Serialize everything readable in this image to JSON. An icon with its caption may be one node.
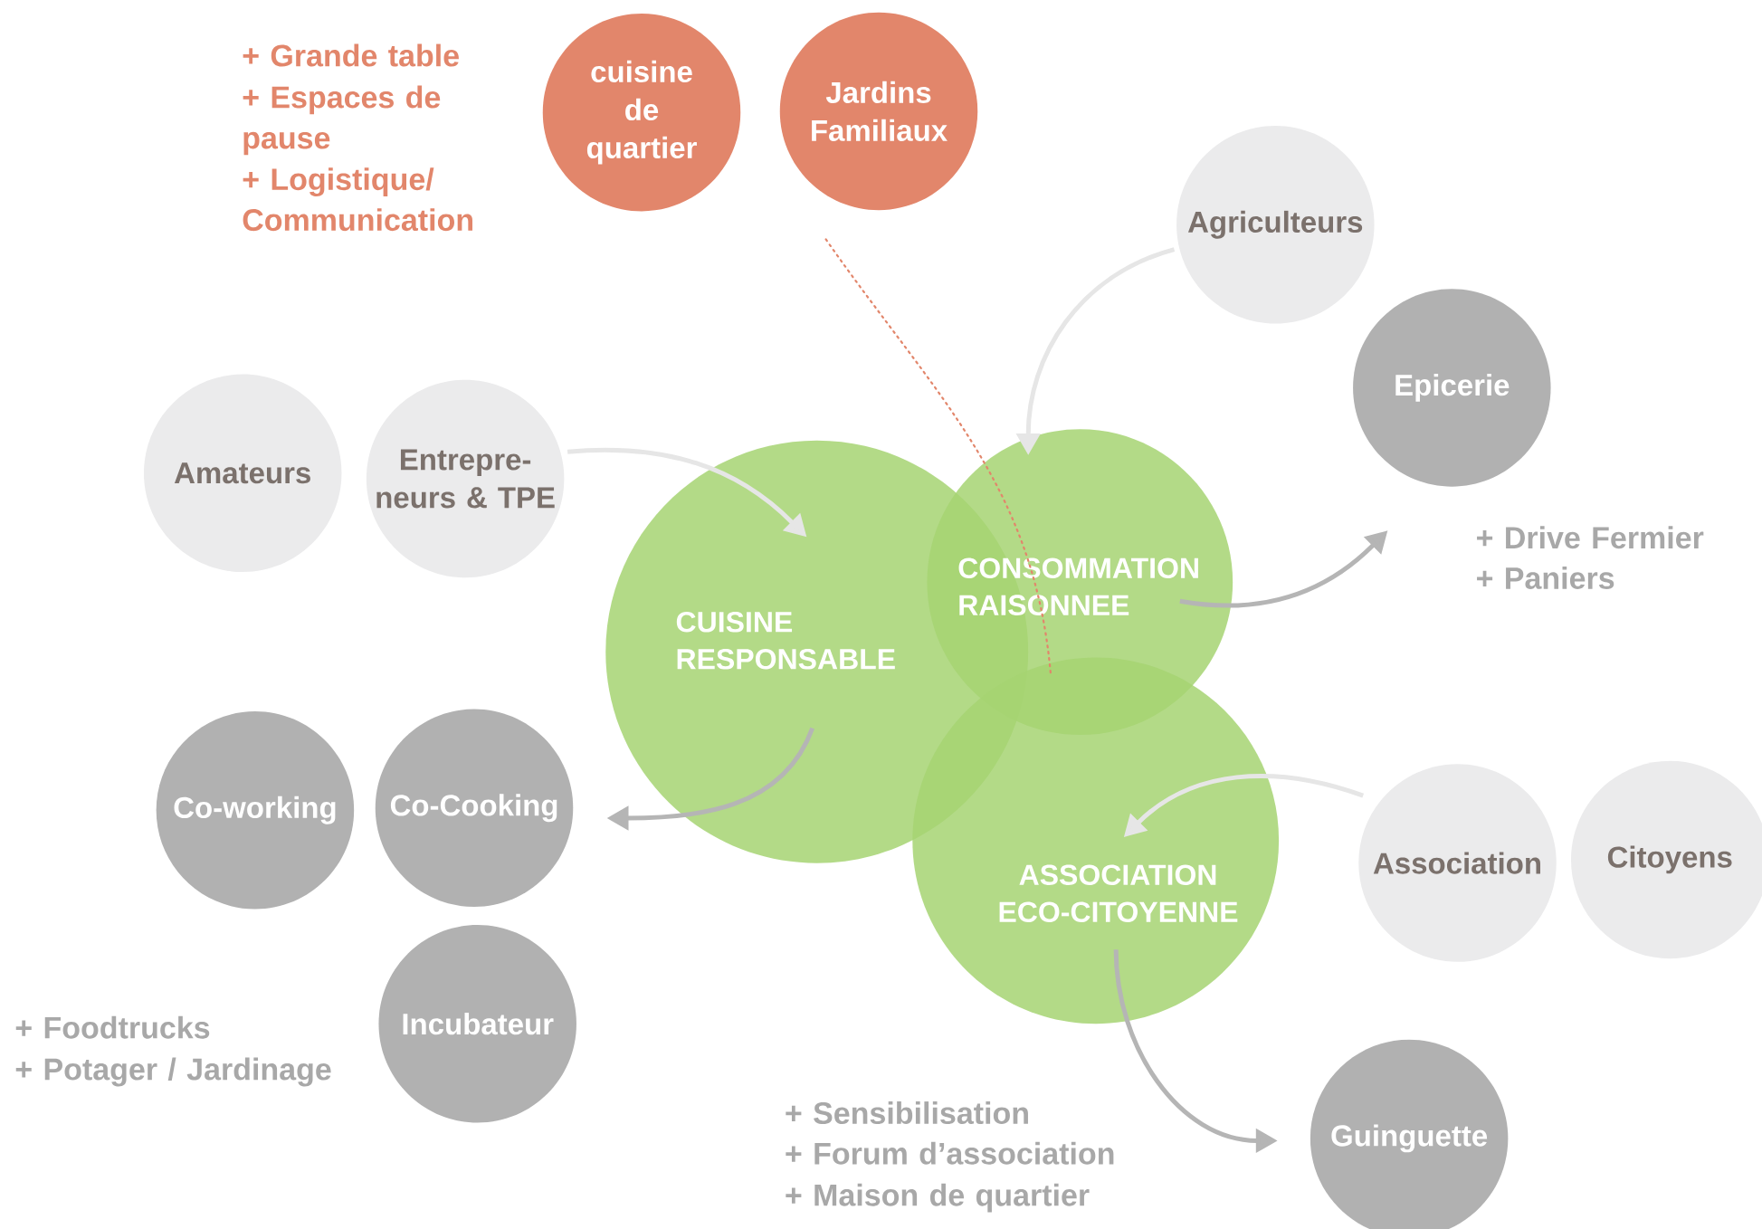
{
  "diagram": {
    "nodes": [
      {
        "text": [
          "cuisine de quartier"
        ]
      },
      {
        "text": [
          "Jardins Familiaux"
        ]
      },
      {
        "text": [
          "Agriculteurs"
        ]
      },
      {
        "text": [
          "Epicerie"
        ]
      },
      {
        "text": [
          "Amateurs"
        ]
      },
      {
        "text": [
          "Entrepre- neurs & TPE"
        ]
      },
      {
        "text": [
          "CUISINE RESPONSABLE"
        ]
      },
      {
        "text": [
          "CONSOMMATION RAISONNEE"
        ]
      },
      {
        "text": [
          "ASSOCIATION ECO-CITOYENNE"
        ]
      },
      {
        "text": [
          "Co-working"
        ]
      },
      {
        "text": [
          "Co-Cooking"
        ]
      },
      {
        "text": [
          "Incubateur"
        ]
      },
      {
        "text": [
          "Association"
        ]
      },
      {
        "text": [
          "Citoyens"
        ]
      },
      {
        "text": [
          "Guinguette"
        ]
      }
    ],
    "edges": [
      {
        "from": 5,
        "to": 6,
        "arrow": "to",
        "color": "#e6e6e6"
      },
      {
        "from": 2,
        "to": 7,
        "arrow": "to",
        "color": "#e6e6e6"
      },
      {
        "from": 7,
        "to": null,
        "arrow": "to"
      },
      {
        "from": 6,
        "to": 10,
        "arrow": "to"
      },
      {
        "from": 12,
        "to": 8,
        "arrow": "to",
        "color": "#e6e6e6"
      },
      {
        "from": 8,
        "to": 14,
        "arrow": "to"
      },
      {
        "from": 1,
        "to": 7,
        "arrow": "none",
        "style": "dashed",
        "color": "#e2866b"
      }
    ],
    "labels": [
      "+ Grande table",
      "+ Espaces de pause",
      "+ Logistique/ Communication",
      "+ Drive Fermier",
      "+ Paniers",
      "+ Foodtrucks",
      "+ Potager / Jardinage",
      "+ Sensibilisation",
      "+ Forum d’association",
      "+ Maison de quartier"
    ]
  }
}
